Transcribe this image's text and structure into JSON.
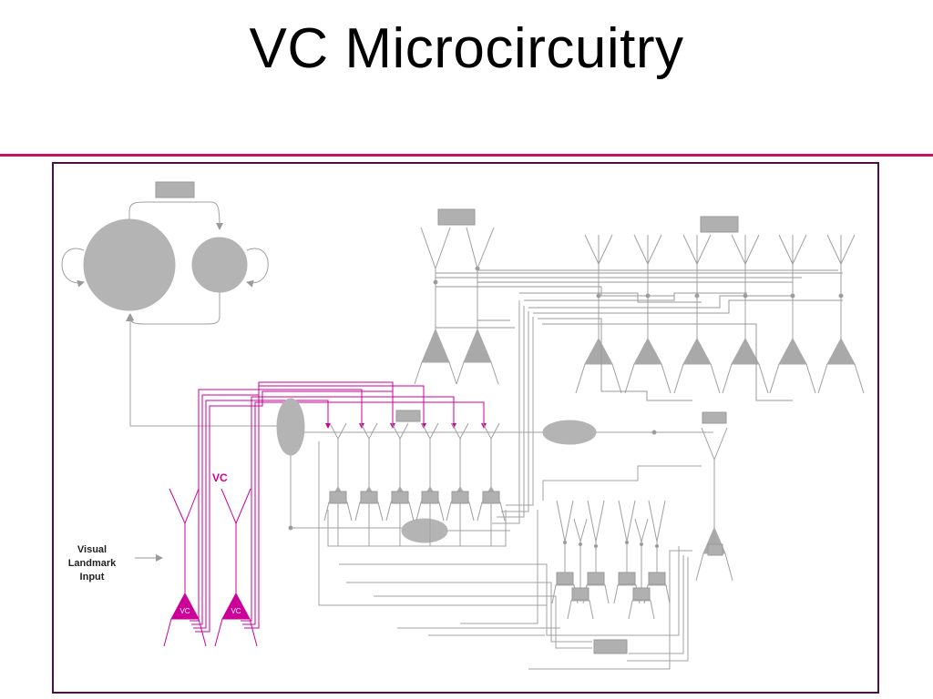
{
  "slide": {
    "title": "VC Microcircuitry"
  },
  "diagram": {
    "vc_label": "VC",
    "cell_label": "VC",
    "input_label": [
      "Visual",
      "Landmark",
      "Input"
    ]
  },
  "colors": {
    "title_rule": "#c2185b",
    "frame_border": "#4b1146",
    "neuron_gray": "#a9a9a9",
    "wire_gray": "#8f8f8f",
    "vc_magenta": "#cc0099"
  }
}
